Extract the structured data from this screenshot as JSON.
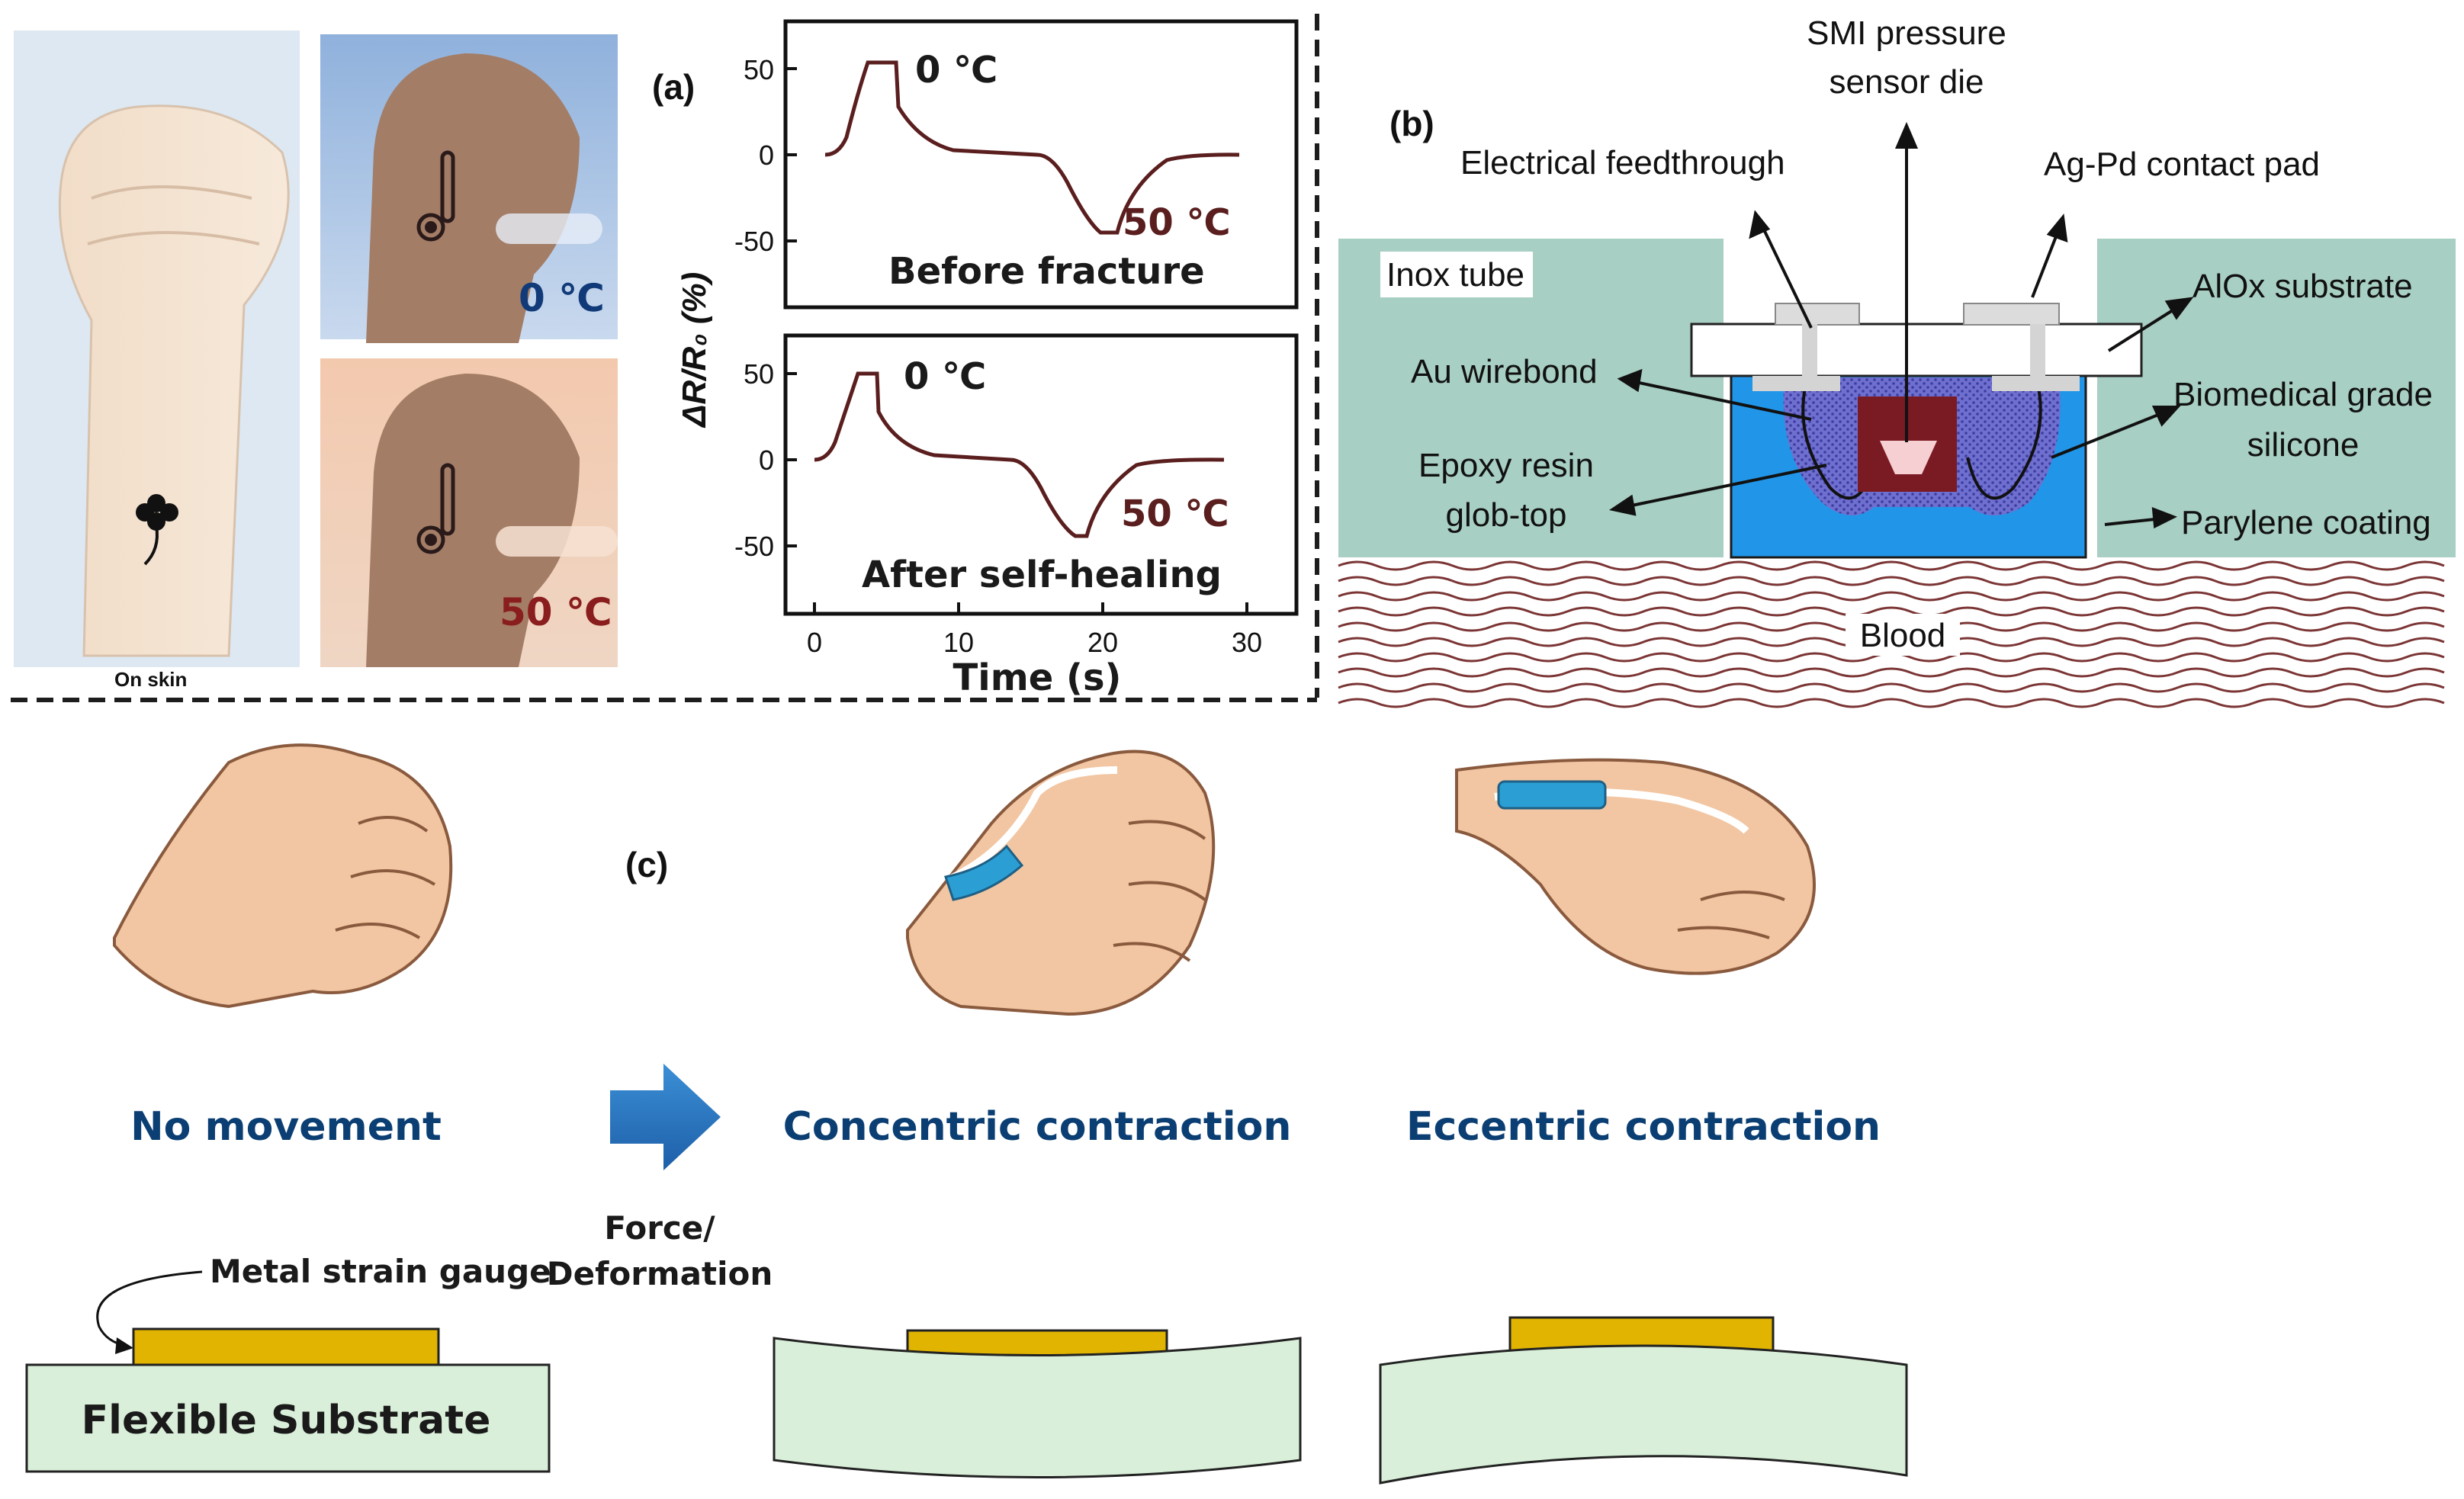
{
  "panel_a": {
    "label": "(a)",
    "photo_caption": "On skin",
    "photo_temp_cold": "0 ℃",
    "photo_temp_hot": "50 ℃",
    "y_axis_label": "ΔR/R₀ (%)",
    "x_axis_label": "Time (s)",
    "top_plot": {
      "title": "Before fracture",
      "cold_label": "0 ℃",
      "hot_label": "50 ℃"
    },
    "bottom_plot": {
      "title": "After self-healing",
      "cold_label": "0 ℃",
      "hot_label": "50 ℃"
    },
    "y_ticks": [
      "50",
      "0",
      "-50"
    ],
    "x_ticks": [
      "0",
      "10",
      "20",
      "30"
    ],
    "curve_color": "#5a1e1e"
  },
  "panel_b": {
    "label": "(b)",
    "labels": {
      "die": "SMI pressure",
      "die2": "sensor die",
      "feedthrough": "Electrical feedthrough",
      "pad": "Ag-Pd contact pad",
      "inox": "Inox tube",
      "substrate": "AlOx substrate",
      "wirebond": "Au wirebond",
      "silicone": "Biomedical grade",
      "silicone2": "silicone",
      "epoxy": "Epoxy resin",
      "epoxy2": "glob-top",
      "parylene": "Parylene coating",
      "blood": "Blood"
    },
    "colors": {
      "tube": "#a8cfc3",
      "silicone": "#2196e8",
      "epoxy": "#6f6fd0",
      "die": "#7a1a22",
      "blood_wave": "#7b3434"
    }
  },
  "panel_c": {
    "label": "(c)",
    "states": [
      "No movement",
      "Concentric contraction",
      "Eccentric contraction"
    ],
    "arrow_label": "Force/",
    "arrow_label2": "Deformation",
    "gauge_label": "Metal strain gauge",
    "substrate_label": "Flexible Substrate",
    "colors": {
      "gauge": "#e0b400",
      "substrate": "#d9efd9",
      "sensor": "#2b9fd4",
      "skin": "#f2c6a2"
    }
  }
}
